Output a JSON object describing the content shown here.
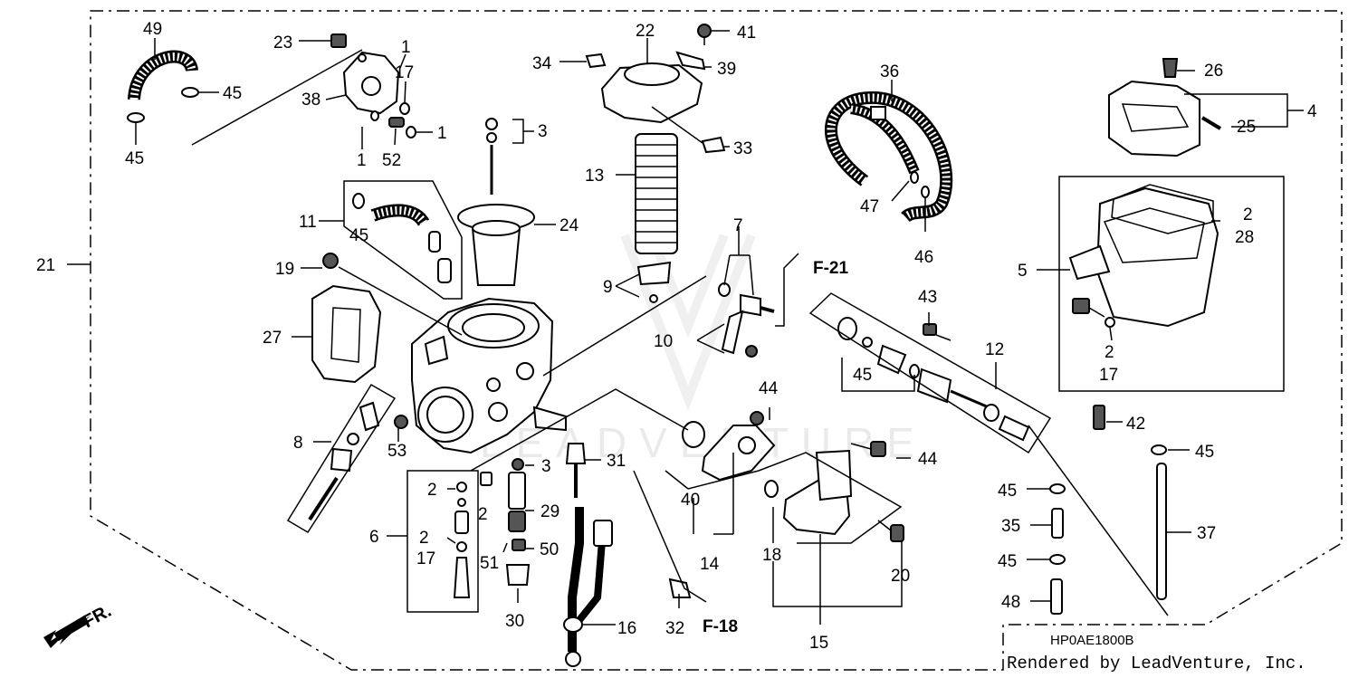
{
  "diagram": {
    "code": "HP0AE1800B",
    "credit": "Rendered by LeadVenture, Inc.",
    "front_label": "FR.",
    "watermark": "LEADVENTURE",
    "refs": {
      "f21": "F-21",
      "f18": "F-18"
    },
    "labels": {
      "l1a": "1",
      "l1b": "1",
      "l1c": "1",
      "l2a": "2",
      "l2b": "2",
      "l2c": "2",
      "l2d": "2",
      "l2e": "2",
      "l3a": "3",
      "l3b": "3",
      "l4": "4",
      "l5": "5",
      "l6": "6",
      "l7": "7",
      "l8": "8",
      "l9": "9",
      "l10": "10",
      "l11": "11",
      "l12": "12",
      "l13": "13",
      "l14": "14",
      "l15": "15",
      "l16": "16",
      "l17a": "17",
      "l17b": "17",
      "l17c": "17",
      "l18": "18",
      "l19": "19",
      "l20": "20",
      "l21": "21",
      "l22": "22",
      "l23": "23",
      "l24": "24",
      "l25": "25",
      "l26": "26",
      "l27": "27",
      "l28": "28",
      "l29": "29",
      "l30": "30",
      "l31": "31",
      "l32": "32",
      "l33": "33",
      "l34": "34",
      "l35": "35",
      "l36": "36",
      "l37": "37",
      "l38": "38",
      "l39": "39",
      "l40": "40",
      "l41": "41",
      "l42": "42",
      "l43": "43",
      "l44a": "44",
      "l44b": "44",
      "l45a": "45",
      "l45b": "45",
      "l45c": "45",
      "l45d": "45",
      "l45e": "45",
      "l45f": "45",
      "l45g": "45",
      "l46": "46",
      "l47": "47",
      "l48": "48",
      "l49": "49",
      "l50": "50",
      "l51": "51",
      "l52": "52",
      "l53": "53"
    }
  }
}
